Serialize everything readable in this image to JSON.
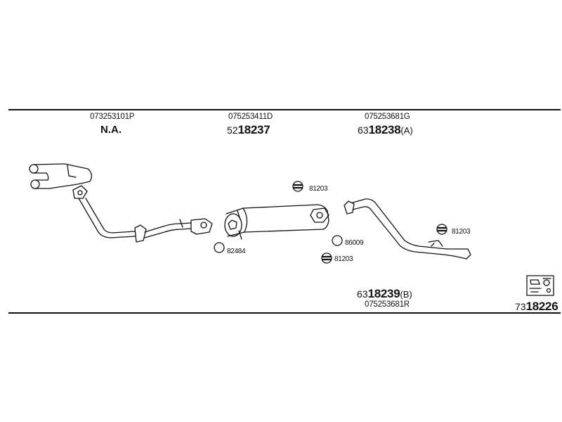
{
  "columns": [
    {
      "oe_number": "073253101P",
      "part_label": "N.A."
    },
    {
      "oe_number": "075253411D",
      "part_prefix": "52",
      "part_main": "18237",
      "part_suffix": ""
    },
    {
      "oe_number": "075253681G",
      "part_prefix": "63",
      "part_main": "18238",
      "part_suffix": "(A)"
    }
  ],
  "bottom_part": {
    "oe_number": "075253681R",
    "part_prefix": "63",
    "part_main": "18239",
    "part_suffix": "(B)"
  },
  "mounting_kit": {
    "part_prefix": "73",
    "part_main": "18226",
    "icon": "mounting-kit-icon"
  },
  "small_parts": [
    {
      "number": "81203",
      "icon": "rubber-hanger-icon"
    },
    {
      "number": "86009",
      "icon": "ring-clamp-icon"
    },
    {
      "number": "81203",
      "icon": "rubber-hanger-icon"
    },
    {
      "number": "82484",
      "icon": "ring-clamp-icon"
    },
    {
      "number": "81203",
      "icon": "rubber-hanger-icon"
    }
  ]
}
